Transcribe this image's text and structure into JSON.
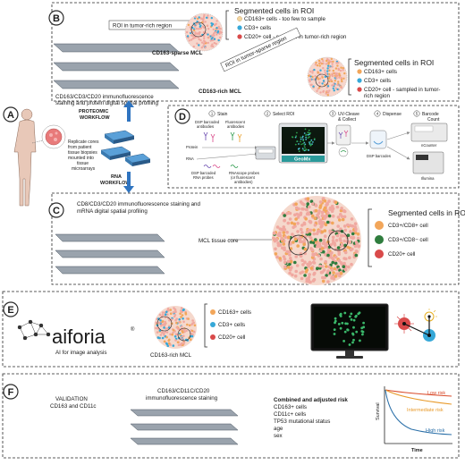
{
  "colors": {
    "cd163": "#f2a65a",
    "cd3": "#36a8d8",
    "cd20": "#d94a4a",
    "cd8pos": "#2f7d3e",
    "low_risk": "#d94a2a",
    "intermediate_risk": "#e89a2a",
    "high_risk": "#2a6fa8",
    "arrow_blue": "#2f74c0"
  },
  "panel_b": {
    "label": "B",
    "roi_rich": "ROI in tumor-rich region",
    "roi_sparse": "ROI in tumor-sparse region",
    "sparse_mcl": "CD163-sparse MCL",
    "rich_mcl": "CD163-rich MCL",
    "description": "CD163/CD3/CD20 immunofluorescence staining and protein digital spatial profiling",
    "legend1_title": "Segmented cells in ROI",
    "legend1_items": [
      "CD163+ cells - too few to sample",
      "CD3+ cells",
      "CD20+ cell - sampled in tumor-rich region"
    ],
    "legend2_title": "Segmented cells in ROI",
    "legend2_items": [
      "CD163+ cells",
      "CD3+ cells",
      "CD20+ cell - sampled in tumor- rich region"
    ]
  },
  "panel_a": {
    "label": "A",
    "proteomic": "PROTEOMIC WORKFLOW",
    "rna": "RNA WORKFLOW",
    "cores_text": "Replicate cores from patient tissue biopsies mounted into tissue microarrays"
  },
  "panel_d": {
    "label": "D",
    "steps": [
      {
        "num": "1",
        "text": "Stain"
      },
      {
        "num": "2",
        "text": "Select ROI"
      },
      {
        "num": "3",
        "text": "UV-Cleave & Collect"
      },
      {
        "num": "4",
        "text": "Dispense"
      },
      {
        "num": "5",
        "text": "Barcode Count"
      }
    ],
    "dsp_ab": "DSP barcoded antibodies",
    "fluor_ab": "Fluorescent antibodies",
    "protein": "Protein",
    "rna": "RNA",
    "dsp_rna": "DSP barcoded RNA probes",
    "rnascope": "RNAscope probes (or fluorescent antibodies)",
    "geomx": "GeoMx",
    "dsp_barcodes": "DSP barcodes",
    "ncounter": "nCounter",
    "illumina": "Illumina"
  },
  "panel_c": {
    "label": "C",
    "description": "CD8/CD3/CD20 immunofluorescence staining and mRNA digital spatial profiling",
    "core": "MCL tissue core",
    "legend_title": "Segmented cells in ROI",
    "legend_items": [
      "CD3+/CD8+ cell",
      "CD3+/CD8− cell",
      "CD20+ cell"
    ]
  },
  "panel_e": {
    "label": "E",
    "brand": "aiforia",
    "reg": "®",
    "tagline": "AI for image analysis",
    "mcl": "CD163-rich MCL",
    "legend_items": [
      "CD163+ cells",
      "CD3+ cells",
      "CD20+ cell"
    ]
  },
  "panel_f": {
    "label": "F",
    "validation": "VALIDATION",
    "validation_sub": "CD163 and CD11c",
    "stain": "CD163/CD11C/CD20 immunofluorescence staining",
    "risk_title": "Combined and adjusted risk",
    "risk_items": [
      "CD163+ cells",
      "CD11c+ cells",
      "TP53 mutational status",
      "age",
      "sex"
    ],
    "ylabel": "Survival",
    "xlabel": "Time",
    "low": "Low risk",
    "intermediate": "Intermediate risk",
    "high": "High risk"
  }
}
